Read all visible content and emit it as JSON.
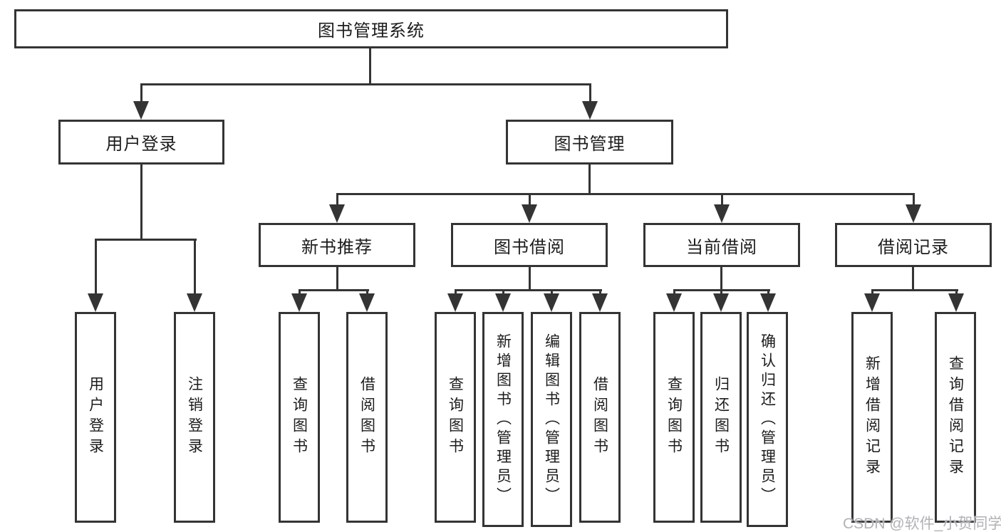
{
  "root": {
    "label": "图书管理系统"
  },
  "level2": [
    {
      "label": "用户登录"
    },
    {
      "label": "图书管理"
    }
  ],
  "level3": [
    {
      "label": "新书推荐"
    },
    {
      "label": "图书借阅"
    },
    {
      "label": "当前借阅"
    },
    {
      "label": "借阅记录"
    }
  ],
  "leaves": [
    {
      "label": "用户登录"
    },
    {
      "label": "注销登录"
    },
    {
      "label": "查询图书"
    },
    {
      "label": "借阅图书"
    },
    {
      "label": "查询图书"
    },
    {
      "label": "新增图书（管理员）"
    },
    {
      "label": "编辑图书（管理员）"
    },
    {
      "label": "借阅图书"
    },
    {
      "label": "查询图书"
    },
    {
      "label": "归还图书"
    },
    {
      "label": "确认归还（管理员）"
    },
    {
      "label": "新增借阅记录"
    },
    {
      "label": "查询借阅记录"
    }
  ],
  "watermark": "CSDN @软件_小贺同学",
  "colors": {
    "line": "#343434",
    "text": "#1c1c1c",
    "watermark": "#b2b2b6",
    "background": "#ffffff"
  }
}
